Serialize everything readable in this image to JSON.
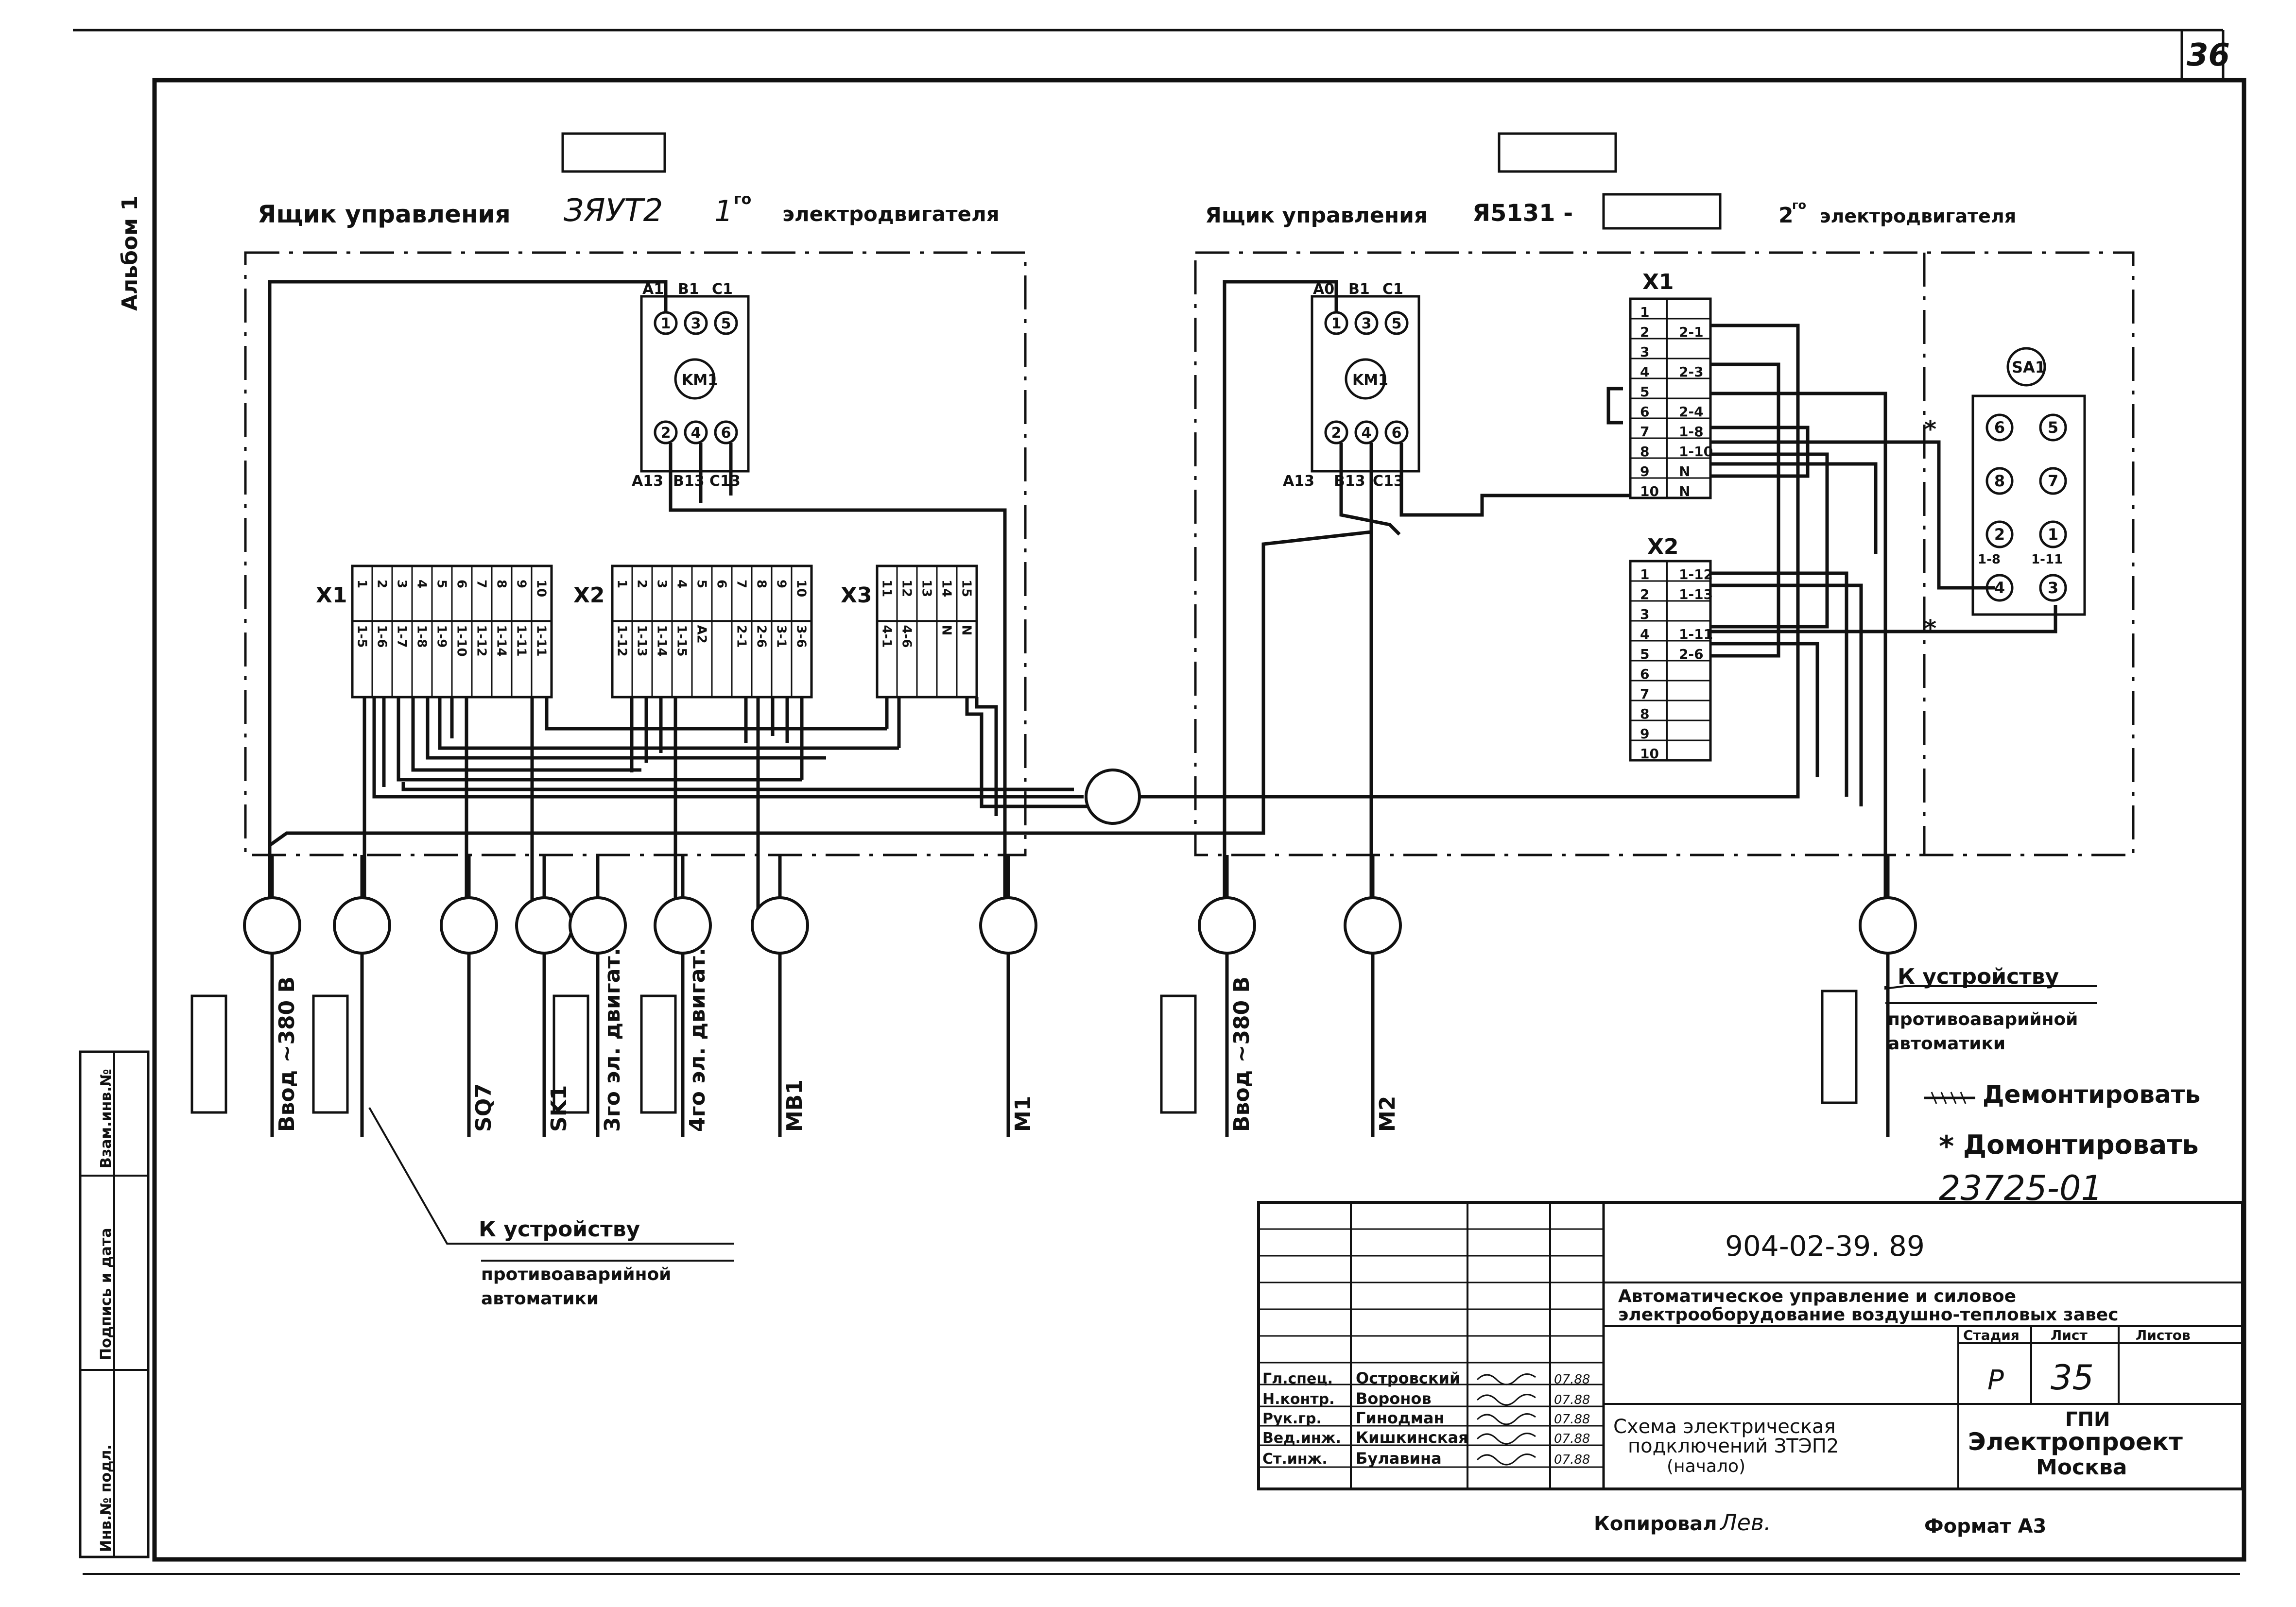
{
  "sheet": {
    "page_number": "36",
    "album": "Альбом 1",
    "side_stamp": [
      "Инв.№ подл.",
      "Подпись и дата",
      "Взам.инв.№"
    ]
  },
  "box1": {
    "title": "Ящик управления",
    "type": "ЗЯУТ2",
    "ordinal": "1",
    "ordinal_sup": "го",
    "suffix": "электродвигателя",
    "contactor": "KM1",
    "top_terminals": [
      "A1",
      "B1",
      "C1"
    ],
    "top_pins": [
      "1",
      "3",
      "5"
    ],
    "bottom_pins": [
      "2",
      "4",
      "6"
    ],
    "bottom_terminals": [
      "A13",
      "B13",
      "C13"
    ],
    "x1": {
      "label": "X1",
      "top": [
        "1",
        "2",
        "3",
        "4",
        "5",
        "6",
        "7",
        "8",
        "9",
        "10"
      ],
      "bottom": [
        "1-5",
        "1-6",
        "1-7",
        "1-8",
        "1-9",
        "1-10",
        "1-12",
        "1-14",
        "1-11",
        "1-11"
      ]
    },
    "x2": {
      "label": "X2",
      "top": [
        "1",
        "2",
        "3",
        "4",
        "5",
        "6",
        "7",
        "8",
        "9",
        "10"
      ],
      "bottom": [
        "1-12",
        "1-13",
        "1-14",
        "1-15",
        "A2",
        "",
        "2-1",
        "2-6",
        "3-1",
        "3-6"
      ]
    },
    "x3": {
      "label": "X3",
      "top": [
        "11",
        "12",
        "13",
        "14",
        "15"
      ],
      "bottom": [
        "4-1",
        "4-6",
        "",
        "N",
        "N"
      ]
    }
  },
  "box2": {
    "title": "Ящик управления",
    "type": "Я5131 -",
    "ordinal": "2",
    "ordinal_sup": "го",
    "suffix": "электродвигателя",
    "contactor": "KM1",
    "top_terminals": [
      "A0",
      "B1",
      "C1"
    ],
    "top_pins": [
      "1",
      "3",
      "5"
    ],
    "bottom_pins": [
      "2",
      "4",
      "6"
    ],
    "bottom_terminals": [
      "A13",
      "B13",
      "C13"
    ],
    "x1": {
      "label": "X1",
      "rows": [
        [
          "1",
          ""
        ],
        [
          "2",
          "2-1"
        ],
        [
          "3",
          ""
        ],
        [
          "4",
          "2-3"
        ],
        [
          "5",
          ""
        ],
        [
          "6",
          "2-4"
        ],
        [
          "7",
          "1-8"
        ],
        [
          "8",
          "1-10"
        ],
        [
          "9",
          "N"
        ],
        [
          "10",
          "N"
        ]
      ]
    },
    "x2": {
      "label": "X2",
      "rows": [
        [
          "1",
          "1-12"
        ],
        [
          "2",
          "1-13"
        ],
        [
          "3",
          ""
        ],
        [
          "4",
          "1-11"
        ],
        [
          "5",
          "2-6"
        ],
        [
          "6",
          ""
        ],
        [
          "7",
          ""
        ],
        [
          "8",
          ""
        ],
        [
          "9",
          ""
        ],
        [
          "10",
          ""
        ]
      ]
    },
    "sa": {
      "label": "SA1",
      "pins": [
        "6",
        "5",
        "8",
        "7",
        "2",
        "1",
        "4",
        "3"
      ],
      "wire_labels": [
        "1-8",
        "1-11"
      ]
    }
  },
  "cables_left": [
    "Ввод ~380 В",
    "SQ7",
    "SK1",
    "3го эл. двигат.",
    "4го эл. двигат.",
    "MB1",
    "M1"
  ],
  "cables_right": [
    "Ввод ~380 В",
    "M2"
  ],
  "callouts": {
    "right": [
      "К устройству",
      "противоаварийной",
      "автоматики"
    ],
    "left": [
      "К устройству",
      "противоаварийной",
      "автоматики"
    ]
  },
  "legend": {
    "dismantle": "Демонтировать",
    "mount_star": "*",
    "mount": "Домонтировать"
  },
  "doc_number_hand": "23725-01",
  "title_block": {
    "code": "904-02-39. 89",
    "project": [
      "Автоматическое управление и силовое",
      "электрооборудование воздушно-тепловых завес"
    ],
    "stage_header": "Стадия",
    "sheet_header": "Лист",
    "sheets_header": "Листов",
    "stage": "Р",
    "sheet": "35",
    "drawing": [
      "Схема электрическая",
      "подключений ЗТЭП2",
      "(начало)"
    ],
    "org": [
      "ГПИ",
      "Электропроект",
      "Москва"
    ],
    "staff": [
      {
        "role": "Гл.спец.",
        "name": "Островский",
        "date": "07.88"
      },
      {
        "role": "Н.контр.",
        "name": "Воронов",
        "date": "07.88"
      },
      {
        "role": "Рук.гр.",
        "name": "Гинодман",
        "date": "07.88"
      },
      {
        "role": "Вед.инж.",
        "name": "Кишкинская",
        "date": "07.88"
      },
      {
        "role": "Ст.инж.",
        "name": "Булавина",
        "date": "07.88"
      }
    ],
    "copied": "Копировал",
    "format": "Формат А3"
  }
}
